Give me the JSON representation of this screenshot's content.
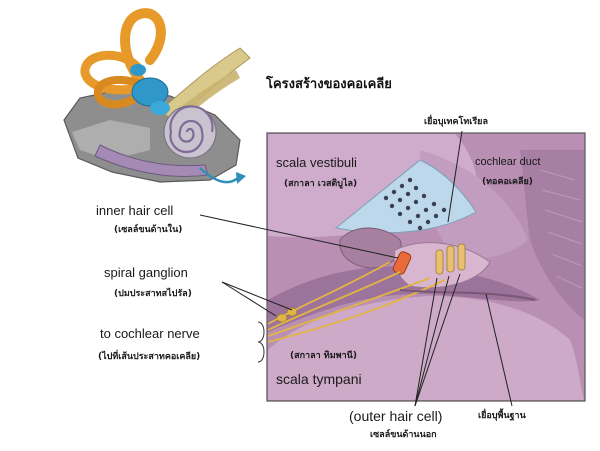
{
  "title": "โครงสร้างของคอเคลีย",
  "labels": {
    "scala_vestibuli": {
      "en": "scala vestibuli",
      "th": "(สกาลา เวสติบูไล)"
    },
    "cochlear_duct": {
      "en": "cochlear duct",
      "th": "(ทอคอเคลีย)"
    },
    "tectorial_membrane": {
      "th": "เยื่อบุเทคโทเรียล"
    },
    "inner_hair_cell": {
      "en": "inner hair cell",
      "th": "(เซลล์ขนด้านใน)"
    },
    "spiral_ganglion": {
      "en": "spiral ganglion",
      "th": "(ปมประสาทสไปรัล)"
    },
    "cochlear_nerve": {
      "en": "to cochlear nerve",
      "th": "(ไปที่เส้นประสาทคอเคลีย)"
    },
    "scala_tympani": {
      "en": "scala tympani",
      "th": "(สกาลา ทิมพานี)"
    },
    "outer_hair_cell": {
      "en": "(outer hair cell)",
      "th": "เซลล์ขนด้านนอก"
    },
    "basilar_membrane": {
      "th": "เยื่อบุพื้นฐาน"
    }
  },
  "colors": {
    "tissue": "#b98fb4",
    "chamber": "#e9d6e6",
    "nerve": "#e2b445",
    "inner_hair_cell": "#e86a3a",
    "tectorial": "#bcd8ea",
    "canals": "#e79a2a",
    "vestibule": "#2f97c9"
  }
}
